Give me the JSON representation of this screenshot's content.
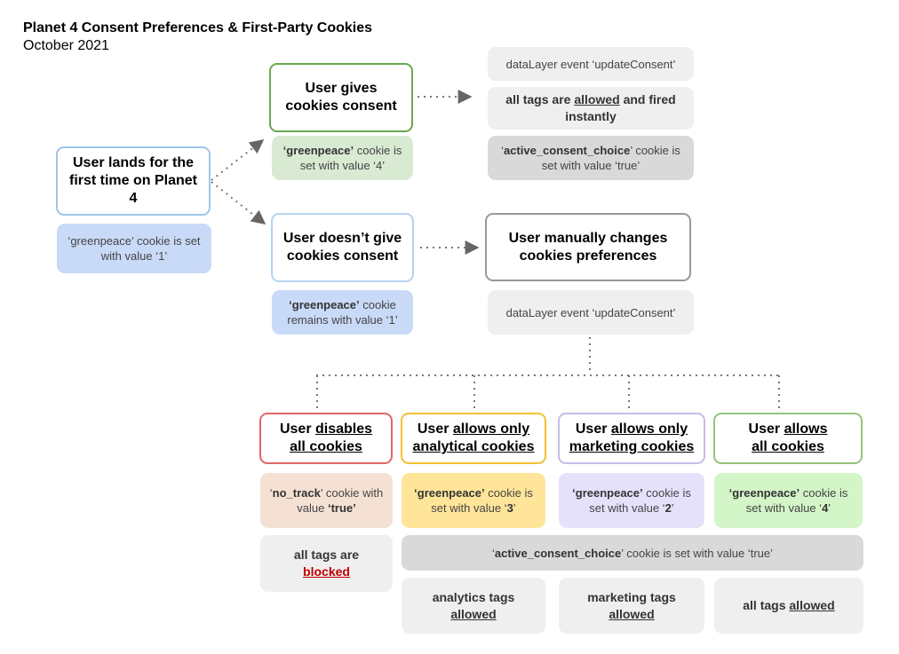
{
  "header": {
    "title": "Planet 4 Consent Preferences & First-Party Cookies",
    "date": "October 2021"
  },
  "landing": {
    "node": "User lands for the first time on Planet 4",
    "cookie": "‘greenpeace’ cookie is set with value ‘1’"
  },
  "gives": {
    "node": "User gives cookies consent",
    "cookie_name": "‘greenpeace’",
    "cookie_rest": " cookie is set with value ‘4’",
    "event": "dataLayer event ‘updateConsent’",
    "tags_pre": "all tags are ",
    "tags_em": "allowed",
    "tags_post": " and fired instantly",
    "choice_name": "active_consent_choice",
    "choice_rest": "’ cookie is set with value ‘true’"
  },
  "not_gives": {
    "node": "User doesn’t give cookies consent",
    "cookie_name": "‘greenpeace’",
    "cookie_rest": " cookie remains with value ‘1’"
  },
  "manual": {
    "node": "User manually changes cookies preferences",
    "event": "dataLayer event ‘updateConsent’"
  },
  "options": {
    "disable": {
      "pre": "User ",
      "em1": "disables",
      "em2": "all cookies"
    },
    "analytical": {
      "pre": "User ",
      "em1": "allows only",
      "em2": "analytical cookies"
    },
    "marketing": {
      "pre": "User ",
      "em1": "allows only",
      "em2": "marketing cookies"
    },
    "all": {
      "pre": "User ",
      "em1": "allows",
      "em2": "all cookies"
    }
  },
  "option_cookies": {
    "disable": {
      "name": "no_track",
      "mid": "’ cookie with value ",
      "val": "‘true’"
    },
    "analytical": {
      "name": "‘greenpeace’",
      "mid": " cookie is set with value ‘",
      "val": "3",
      "end": "’"
    },
    "marketing": {
      "name": "‘greenpeace’",
      "mid": " cookie is set with value ‘",
      "val": "2",
      "end": "’"
    },
    "all": {
      "name": "‘greenpeace’",
      "mid": " cookie is set with value ‘",
      "val": "4",
      "end": "’"
    }
  },
  "blocked": {
    "pre": "all tags are",
    "em": "blocked"
  },
  "shared_choice": {
    "pre": "‘",
    "name": "active_consent_choice",
    "rest": "’ cookie is set with value ‘true’"
  },
  "results": {
    "analytics": {
      "pre": "analytics tags",
      "em": "allowed"
    },
    "marketing": {
      "pre": "marketing tags",
      "em": "allowed"
    },
    "all": {
      "pre": "all tags ",
      "em": "allowed"
    }
  },
  "colors": {
    "landing_border": "#9fc5e8",
    "gives_border": "#6aa84f",
    "not_gives_border": "#b6d2f0",
    "manual_border": "#999999",
    "disable_border": "#e06666",
    "analytical_border": "#f1c232",
    "marketing_border": "#c6bde8",
    "all_border": "#93c47d"
  }
}
